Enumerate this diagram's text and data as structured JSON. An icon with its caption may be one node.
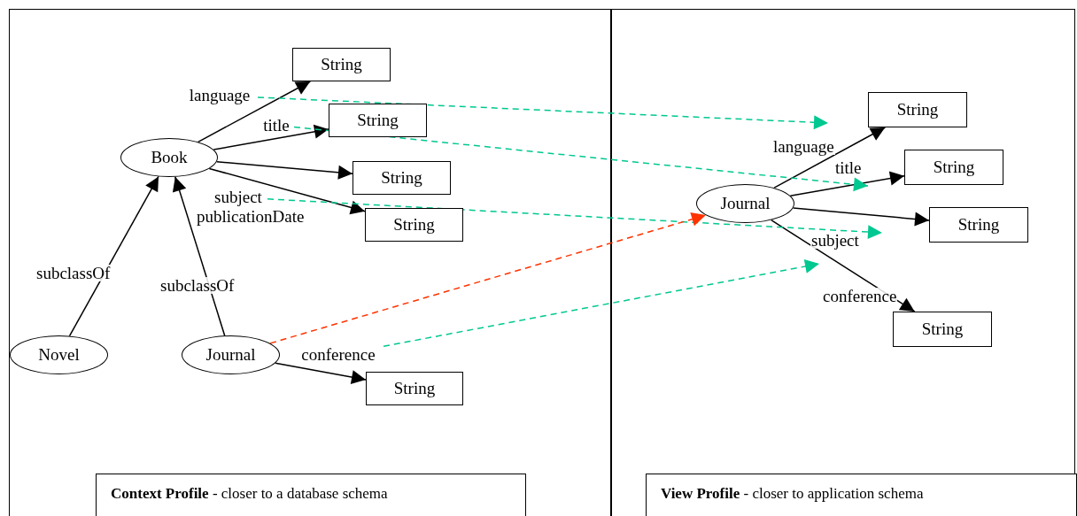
{
  "diagram": {
    "nodes": [
      {
        "text": [
          "Book"
        ]
      },
      {
        "text": [
          "String"
        ]
      },
      {
        "text": [
          "String"
        ]
      },
      {
        "text": [
          "String"
        ]
      },
      {
        "text": [
          "String"
        ]
      },
      {
        "text": [
          "Novel"
        ]
      },
      {
        "text": [
          "Journal"
        ]
      },
      {
        "text": [
          "String"
        ]
      },
      {
        "text": [
          "Journal"
        ]
      },
      {
        "text": [
          "String"
        ]
      },
      {
        "text": [
          "String"
        ]
      },
      {
        "text": [
          "String"
        ]
      },
      {
        "text": [
          "String"
        ]
      },
      {
        "text": [
          "**Context Profile** - closer to a database schema"
        ]
      },
      {
        "text": [
          "**View Profile** - closer to application schema"
        ]
      },
      {
        "text": [
          "language"
        ]
      },
      {
        "text": [
          "title"
        ]
      },
      {
        "text": [
          "subject"
        ]
      },
      {
        "text": [
          "conference"
        ]
      }
    ],
    "edges": [
      {
        "from": 0,
        "to": 1,
        "arrow": "to"
      },
      {
        "from": 0,
        "to": 2,
        "arrow": "to"
      },
      {
        "from": 0,
        "to": 3,
        "arrow": "to"
      },
      {
        "from": 0,
        "to": 4,
        "arrow": "to",
        "label": "publicationDate"
      },
      {
        "from": 5,
        "to": 0,
        "arrow": "to",
        "label": "subclassOf"
      },
      {
        "from": 6,
        "to": 0,
        "arrow": "to",
        "label": "subclassOf"
      },
      {
        "from": 6,
        "to": 7,
        "arrow": "to"
      },
      {
        "from": 8,
        "to": 9,
        "arrow": "to",
        "label": "language"
      },
      {
        "from": 8,
        "to": 10,
        "arrow": "to",
        "label": "title"
      },
      {
        "from": 8,
        "to": 11,
        "arrow": "to",
        "label": "subject"
      },
      {
        "from": 8,
        "to": 12,
        "arrow": "to",
        "label": "conference"
      },
      {
        "from": 15,
        "to": null,
        "arrow": "to",
        "style": "dashed",
        "color": "#00c890"
      },
      {
        "from": 16,
        "to": null,
        "arrow": "to",
        "style": "dashed",
        "color": "#00c890"
      },
      {
        "from": 17,
        "to": null,
        "arrow": "to",
        "style": "dashed",
        "color": "#00c890"
      },
      {
        "from": 18,
        "to": null,
        "arrow": "to",
        "style": "dashed",
        "color": "#00c890"
      },
      {
        "from": 6,
        "to": 8,
        "arrow": "to",
        "style": "dashed",
        "color": "#ff3300"
      }
    ]
  }
}
